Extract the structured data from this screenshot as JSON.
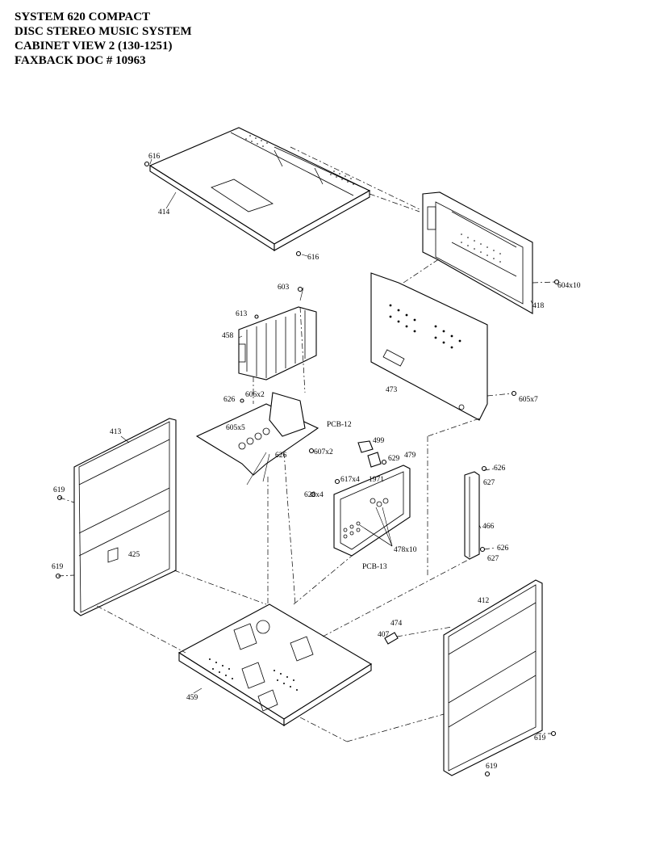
{
  "header": {
    "line1": "SYSTEM 620 COMPACT",
    "line2": "DISC STEREO MUSIC SYSTEM",
    "line3": "CABINET VIEW 2  (130-1251)",
    "line4": "FAXBACK DOC # 10963"
  },
  "labels": {
    "l616a": "616",
    "l414": "414",
    "l616b": "616",
    "l603": "603",
    "l613": "613",
    "l458": "458",
    "l418": "418",
    "l604": "604x10",
    "l473": "473",
    "l605x7": "605x7",
    "l626a": "626",
    "l606x2": "606x2",
    "l605x5": "605x5",
    "lpcb12": "PCB-12",
    "l626b": "626",
    "l607x2": "607x2",
    "l413": "413",
    "l619a": "619",
    "l619b": "619",
    "l425": "425",
    "l499": "499",
    "l629": "629",
    "l479": "479",
    "l617x4": "617x4",
    "l1971": "1971",
    "l628x4": "628x4",
    "l478x10": "478x10",
    "lpcb13": "PCB-13",
    "l626c": "626",
    "l627a": "627",
    "l466": "466",
    "l626d": "626",
    "l627b": "627",
    "l412": "412",
    "l474": "474",
    "l407": "407",
    "l459": "459",
    "l619c": "619",
    "l619d": "619"
  }
}
